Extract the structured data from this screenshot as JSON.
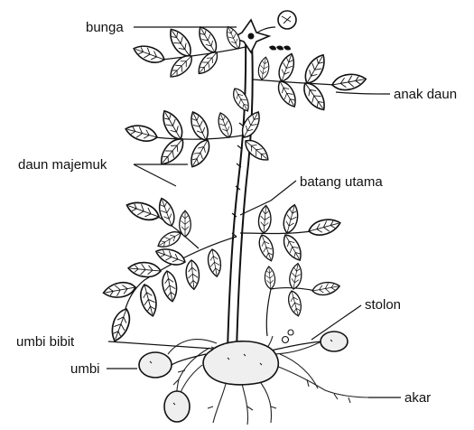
{
  "labels": {
    "bunga": "bunga",
    "anak_daun": "anak daun",
    "daun_majemuk": "daun majemuk",
    "batang_utama": "batang utama",
    "stolon": "stolon",
    "umbi_bibit": "umbi bibit",
    "umbi": "umbi",
    "akar": "akar"
  },
  "colors": {
    "ink": "#111111",
    "background": "#ffffff",
    "tuber_fill": "#efefef"
  }
}
